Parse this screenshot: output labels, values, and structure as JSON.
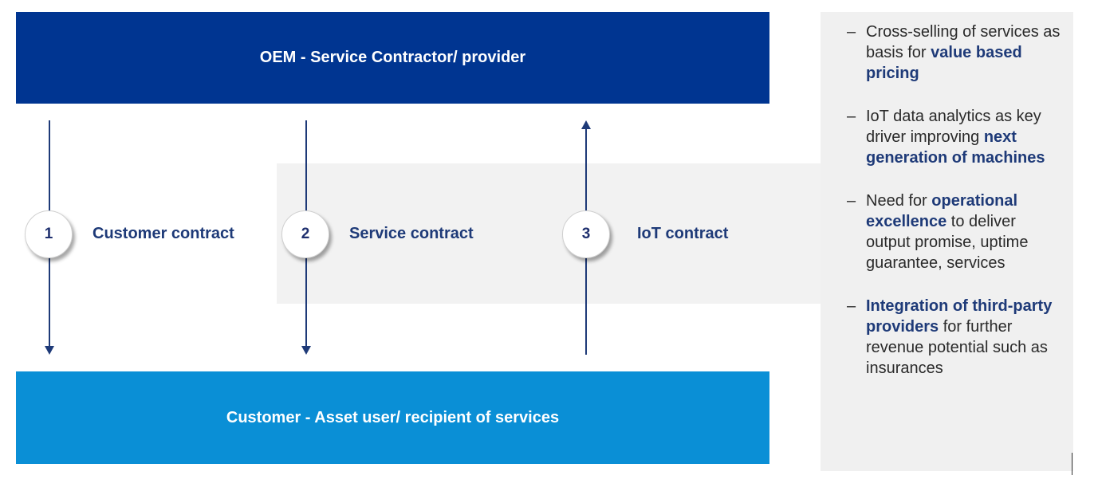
{
  "top_box": {
    "label": "OEM - Service Contractor/ provider"
  },
  "bottom_box": {
    "label": "Customer - Asset user/ recipient of services"
  },
  "contracts": [
    {
      "number": "1",
      "label": "Customer contract",
      "direction": "down"
    },
    {
      "number": "2",
      "label": "Service contract",
      "direction": "down"
    },
    {
      "number": "3",
      "label": "IoT contract",
      "direction": "up"
    }
  ],
  "bullets": [
    {
      "dash": "–",
      "parts": [
        {
          "text": "Cross-selling of services as basis for ",
          "bold": false
        },
        {
          "text": "value based pricing",
          "bold": true
        }
      ]
    },
    {
      "dash": "–",
      "parts": [
        {
          "text": "IoT data analytics as key driver improving ",
          "bold": false
        },
        {
          "text": "next generation of machines",
          "bold": true
        }
      ]
    },
    {
      "dash": "–",
      "parts": [
        {
          "text": "Need for ",
          "bold": false
        },
        {
          "text": "operational excellence",
          "bold": true
        },
        {
          "text": " to deliver output promise, uptime guarantee, services",
          "bold": false
        }
      ]
    },
    {
      "dash": "–",
      "parts": [
        {
          "text": "Integration of third-party providers",
          "bold": true
        },
        {
          "text": " for further revenue potential such as insurances",
          "bold": false
        }
      ]
    }
  ],
  "colors": {
    "top_box": "#003591",
    "bottom_box": "#0a8fd6",
    "arrow": "#1e3a78",
    "highlight_text": "#1e3a78",
    "panel_bg": "#f0f0f0"
  }
}
